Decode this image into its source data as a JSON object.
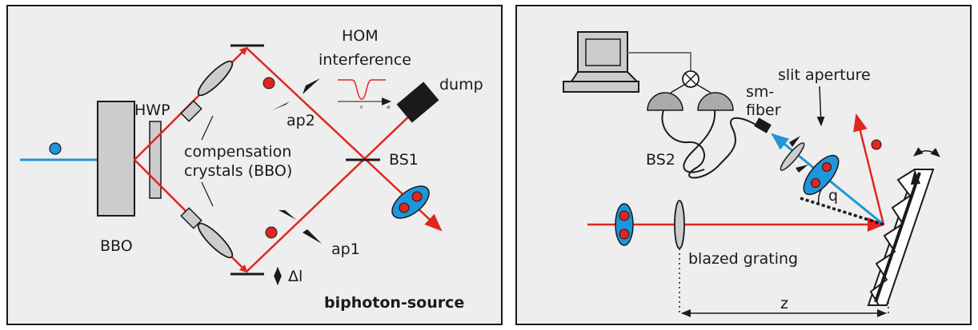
{
  "left_panel": {
    "labels": {
      "hwp": "HWP",
      "bbo": "BBO",
      "hom_line1": "HOM",
      "hom_line2": "interference",
      "dump": "dump",
      "ap2": "ap2",
      "ap1": "ap1",
      "bs1": "BS1",
      "comp_line1": "compensation",
      "comp_line2": "crystals (BBO)",
      "delta": "Δl",
      "title": "biphoton-source",
      "hom_axis_zero": "0",
      "hom_axis_end": "dl"
    }
  },
  "right_panel": {
    "labels": {
      "sm_line1": "sm-",
      "sm_line2": "fiber",
      "slit": "slit aperture",
      "bs2": "BS2",
      "q": "q",
      "grating": "blazed grating",
      "z": "z"
    }
  },
  "colors": {
    "panel_bg": "#eeeeee",
    "red_beam": "#e0261f",
    "blue_beam": "#1f96d9",
    "photon_red": "#e0261f",
    "photon_blue": "#1f96d9",
    "component_gray": "#cccccc",
    "outline": "#1a1a1a"
  }
}
